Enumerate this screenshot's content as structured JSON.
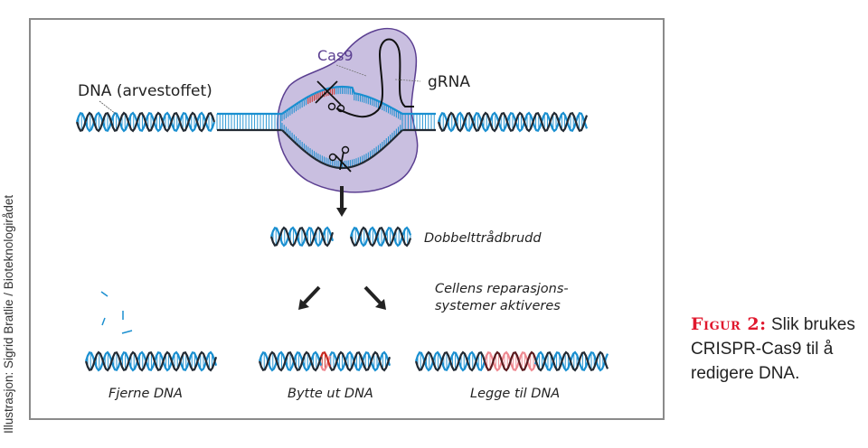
{
  "figure": {
    "caption_label": "Figur 2:",
    "caption_text": " Slik brukes CRISPR-Cas9 til å redigere DNA.",
    "credit": "Illustrasjon: Sigrid Bratlie / Bioteknologirådet"
  },
  "diagram": {
    "labels": {
      "dna": "DNA (arvestoffet)",
      "cas9": "Cas9",
      "grna": "gRNA",
      "double_strand_break": "Dobbelttrådbrudd",
      "repair_line1": "Cellens reparasjons-",
      "repair_line2": "systemer aktiveres",
      "remove": "Fjerne DNA",
      "replace": "Bytte ut DNA",
      "insert": "Legge til DNA"
    },
    "colors": {
      "strand_blue": "#1a8fd0",
      "strand_dark": "#222a33",
      "rung_blue": "#1a8fd0",
      "cas9_fill": "#c9bfe0",
      "cas9_stroke": "#5b3f91",
      "cut_red": "#c8281e",
      "insert_pink": "#ee8a92",
      "caption_red": "#e0182d"
    }
  }
}
